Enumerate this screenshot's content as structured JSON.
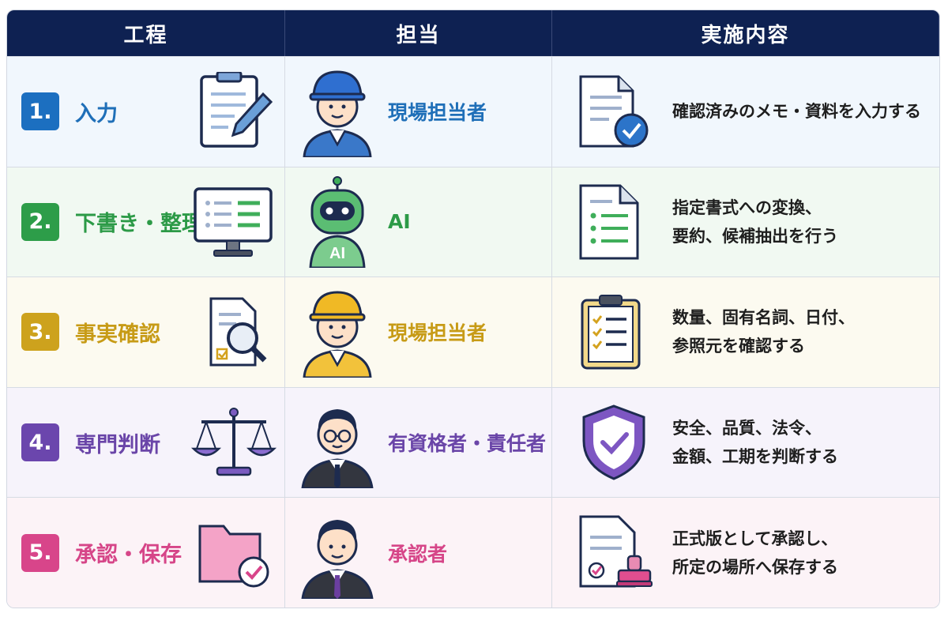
{
  "header": {
    "col1": "工程",
    "col2": "担当",
    "col3": "実施内容"
  },
  "rows": [
    {
      "num": "1.",
      "step": "入力",
      "role": "現場担当者",
      "desc": "確認済みのメモ・資料を入力する",
      "color": "#1c6fc0",
      "step_icon": "clipboard-pen-icon",
      "role_icon": "worker-blue-helmet-icon",
      "desc_icon": "document-check-icon"
    },
    {
      "num": "2.",
      "step": "下書き・整理",
      "role": "AI",
      "desc": "指定書式への変換、\n要約、候補抽出を行う",
      "color": "#2d9d49",
      "step_icon": "monitor-list-icon",
      "role_icon": "robot-icon",
      "role_icon_text": "AI",
      "desc_icon": "document-list-icon"
    },
    {
      "num": "3.",
      "step": "事実確認",
      "role": "現場担当者",
      "desc": "数量、固有名詞、日付、\n参照元を確認する",
      "color": "#cda21d",
      "step_icon": "document-magnifier-icon",
      "role_icon": "worker-yellow-helmet-icon",
      "desc_icon": "checklist-clipboard-icon"
    },
    {
      "num": "4.",
      "step": "専門判断",
      "role": "有資格者・責任者",
      "desc": "安全、品質、法令、\n金額、工期を判断する",
      "color": "#6b46ad",
      "step_icon": "scales-icon",
      "role_icon": "manager-glasses-icon",
      "desc_icon": "shield-check-icon"
    },
    {
      "num": "5.",
      "step": "承認・保存",
      "role": "承認者",
      "desc": "正式版として承認し、\n所定の場所へ保存する",
      "color": "#d8458a",
      "step_icon": "folder-check-icon",
      "role_icon": "approver-icon",
      "desc_icon": "document-stamp-icon"
    }
  ]
}
